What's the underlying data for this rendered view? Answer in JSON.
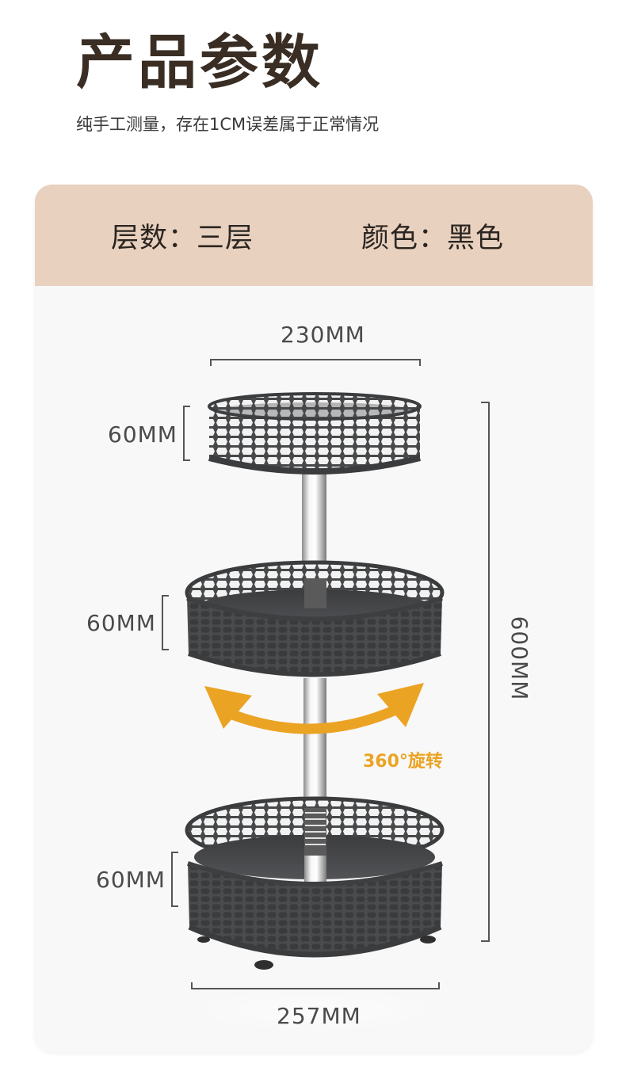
{
  "header": {
    "title": "产品参数",
    "subtitle": "纯手工测量，存在1CM误差属于正常情况"
  },
  "specs": {
    "layers": "层数：三层",
    "color": "颜色：黑色"
  },
  "dimensions": {
    "top_width": "230MM",
    "bottom_width": "257MM",
    "total_height": "600MM",
    "tier1_height": "60MM",
    "tier2_height": "60MM",
    "tier3_height": "60MM"
  },
  "rotation_label": "360°旋转",
  "colors": {
    "title": "#3a2e24",
    "card_header": "#e9d1bf",
    "accent_orange": "#eba324",
    "rack": "#4a4b4d",
    "dim_line": "#555555"
  }
}
